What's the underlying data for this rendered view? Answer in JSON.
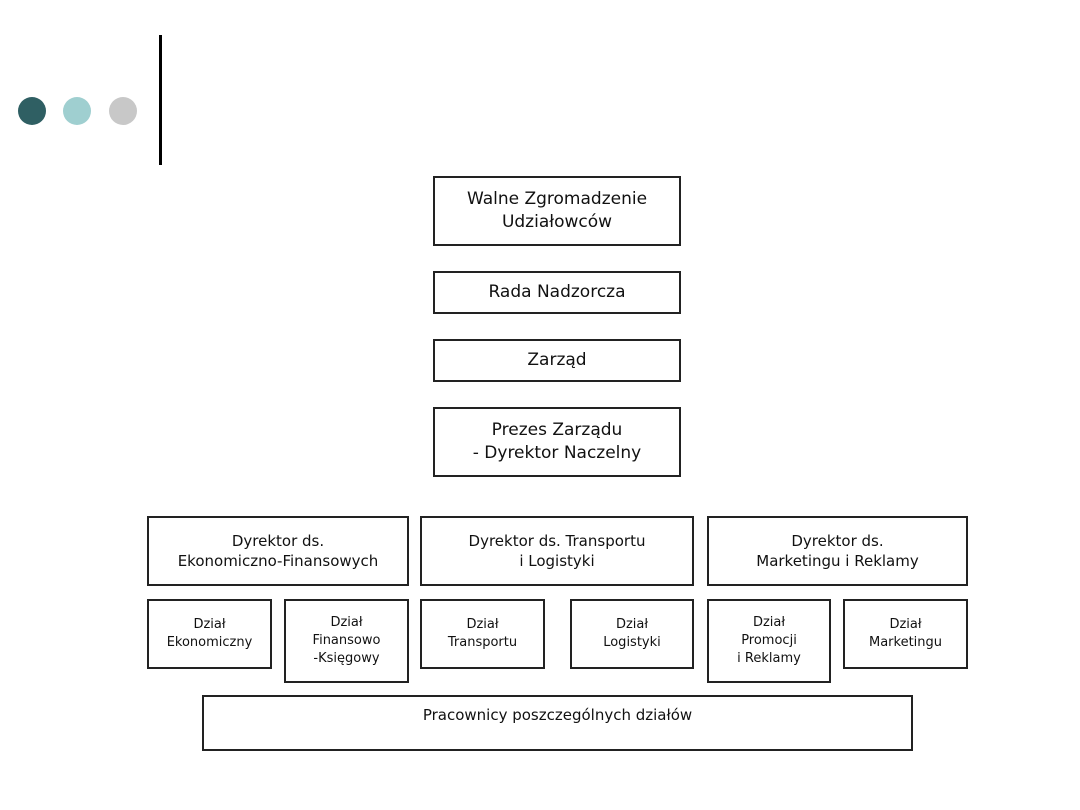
{
  "decor": {
    "dot_colors": [
      "#2f5f63",
      "#9fcfd0",
      "#c8c8c8"
    ]
  },
  "org": {
    "walne": [
      "Walne Zgromadzenie",
      "Udziałowców"
    ],
    "rada": "Rada Nadzorcza",
    "zarzad": "Zarząd",
    "prezes": [
      "Prezes Zarządu",
      "- Dyrektor Naczelny"
    ],
    "directors": [
      [
        "Dyrektor ds.",
        "Ekonomiczno-Finansowych"
      ],
      [
        "Dyrektor ds. Transportu",
        "i Logistyki"
      ],
      [
        "Dyrektor ds.",
        "Marketingu i Reklamy"
      ]
    ],
    "departments": [
      [
        "Dział",
        "Ekonomiczny"
      ],
      [
        "Dział",
        "Finansowo",
        "-Księgowy"
      ],
      [
        "Dział",
        "Transportu"
      ],
      [
        "Dział",
        "Logistyki"
      ],
      [
        "Dział",
        "Promocji",
        "i Reklamy"
      ],
      [
        "Dział",
        "Marketingu"
      ]
    ],
    "workers": "Pracownicy poszczególnych działów"
  }
}
